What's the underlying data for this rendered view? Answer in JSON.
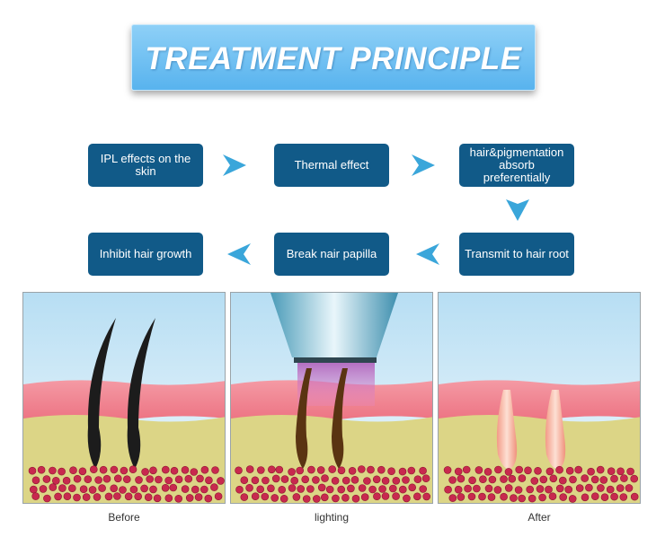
{
  "title": "TREATMENT PRINCIPLE",
  "steps": {
    "ipl": "IPL effects on the skin",
    "thermal": "Thermal effect",
    "absorb": "hair&pigmentation absorb preferentially",
    "transmit": "Transmit to hair root",
    "break": "Break nair papilla",
    "inhibit": "Inhibit hair growth"
  },
  "captions": {
    "before": "Before",
    "lighting": "lighting",
    "after": "After"
  },
  "colors": {
    "box": "#115a88",
    "arrow": "#3aa6da",
    "banner": "#6cbdf2",
    "skin": "#ec7d8a",
    "fat": "#dbd482",
    "cells": "#c8294e"
  }
}
